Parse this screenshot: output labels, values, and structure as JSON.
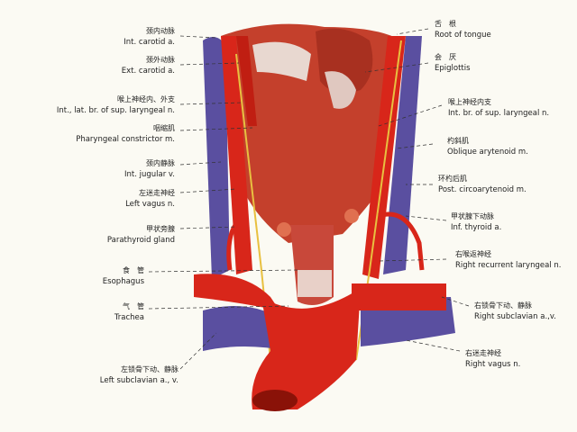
{
  "left_labels": [
    {
      "zh": "颈内动脉",
      "en": "Int. carotid a."
    },
    {
      "zh": "颈外动脉",
      "en": "Ext. carotid a."
    },
    {
      "zh": "喉上神经内、外支",
      "en": "Int., lat. br. of sup. laryngeal n."
    },
    {
      "zh": "咽缩肌",
      "en": "Pharyngeal constrictor m."
    },
    {
      "zh": "颈内静脉",
      "en": "Int. jugular v."
    },
    {
      "zh": "左迷走神经",
      "en": "Left vagus n."
    },
    {
      "zh": "甲状旁腺",
      "en": "Parathyroid gland"
    },
    {
      "zh": "食　管",
      "en": "Esophagus"
    },
    {
      "zh": "气　管",
      "en": "Trachea"
    },
    {
      "zh": "左锁骨下动、静脉",
      "en": "Left subclavian a., v."
    }
  ],
  "right_labels": [
    {
      "zh": "舌　根",
      "en": "Root of tongue"
    },
    {
      "zh": "会　厌",
      "en": "Epiglottis"
    },
    {
      "zh": "喉上神经内支",
      "en": "Int. br. of sup. laryngeal n."
    },
    {
      "zh": "杓斜肌",
      "en": "Oblique arytenoid m."
    },
    {
      "zh": "环杓后肌",
      "en": "Post. circoarytenoid m."
    },
    {
      "zh": "甲状腺下动脉",
      "en": "Inf. thyroid a."
    },
    {
      "zh": "右喉返神经",
      "en": "Right recurrent laryngeal n."
    },
    {
      "zh": "右锁骨下动、静脉",
      "en": "Right subclavian a.,v."
    },
    {
      "zh": "右迷走神经",
      "en": "Right vagus n."
    }
  ],
  "colors": {
    "artery": "#d8261a",
    "vein": "#5a4fa0",
    "muscle": "#c8402a",
    "nerve": "#e8c040",
    "background": "#fbfaf3"
  }
}
